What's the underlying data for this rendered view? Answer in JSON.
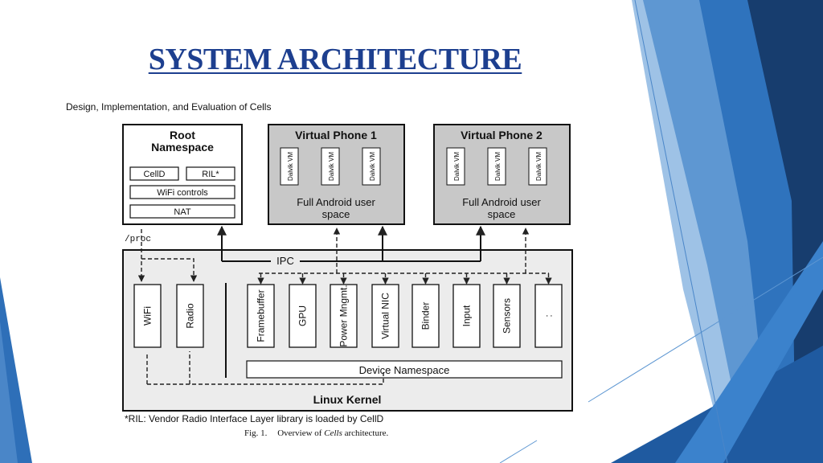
{
  "slide": {
    "title": "SYSTEM ARCHITECTURE",
    "colors": {
      "title": "#1d3f8f",
      "accent_dark": "#173d6e",
      "accent_mid": "#2e6fb8",
      "accent_light": "#8fb4dc"
    }
  },
  "figure": {
    "header": "Design, Implementation, and Evaluation of Cells",
    "root_namespace": {
      "title_line1": "Root",
      "title_line2": "Namespace",
      "items": [
        "CellD",
        "RIL*",
        "WiFi controls",
        "NAT"
      ]
    },
    "virtual_phone_1": {
      "title": "Virtual Phone 1",
      "vm_labels": [
        "Dalvik VM",
        "Dalvik VM",
        "Dalvik VM"
      ],
      "body_line1": "Full Android user",
      "body_line2": "space"
    },
    "virtual_phone_2": {
      "title": "Virtual Phone 2",
      "vm_labels": [
        "Dalvik VM",
        "Dalvik VM",
        "Dalvik VM"
      ],
      "body_line1": "Full Android user",
      "body_line2": "space"
    },
    "proc_label": "/proc",
    "ipc_label": "IPC",
    "kernel": {
      "title": "Linux Kernel",
      "left_drivers": [
        "WiFi",
        "Radio"
      ],
      "drivers": [
        "Framebuffer",
        "GPU",
        "Power Mngmt.",
        "Virtual NIC",
        "Binder",
        "Input",
        "Sensors",
        ":"
      ],
      "device_namespace": "Device Namespace"
    },
    "footnote": "*RIL: Vendor Radio Interface Layer library is loaded by CellD",
    "caption_fig": "Fig. 1.",
    "caption_pre": "Overview of ",
    "caption_em": "Cells",
    "caption_post": " architecture."
  }
}
